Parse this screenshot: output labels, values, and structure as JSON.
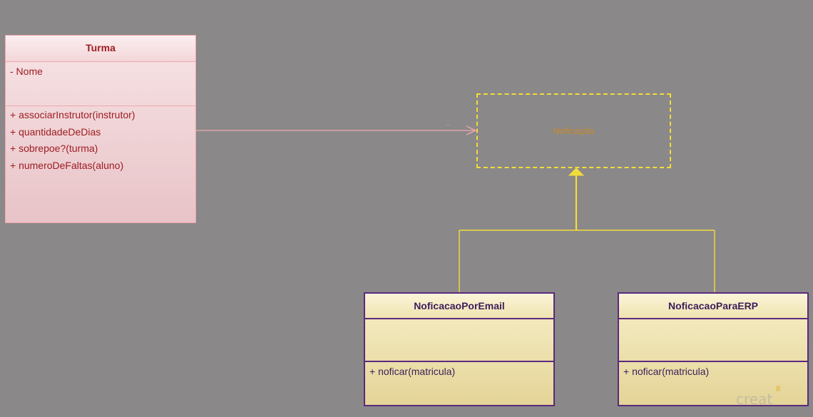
{
  "turma": {
    "name": "Turma",
    "attributes": [
      "- Nome"
    ],
    "operations": [
      "+ associarInstrutor(instrutor)",
      "+ quantidadeDeDias",
      "+ sobrepoe?(turma)",
      "+ numeroDeFaltas(aluno)"
    ]
  },
  "interface": {
    "name": "Noficação"
  },
  "association": {
    "multiplicity": "*"
  },
  "email": {
    "name": "NoficacaoPorEmail",
    "operations": [
      "+ noficar(matricula)"
    ]
  },
  "erp": {
    "name": "NoficacaoParaERP",
    "operations": [
      "+ noficar(matricula)"
    ]
  },
  "watermark": {
    "text": "creat"
  },
  "colors": {
    "background": "#8a8889",
    "turma_border": "#f0a6ae",
    "turma_text": "#9e1c22",
    "class_border": "#5a2a7c",
    "class_fill": "#f7efc8",
    "interface_border": "#f2dc3a",
    "interface_text": "#c98a2a",
    "generalization_line": "#f2dc3a",
    "association_line": "#f0a6ae"
  }
}
